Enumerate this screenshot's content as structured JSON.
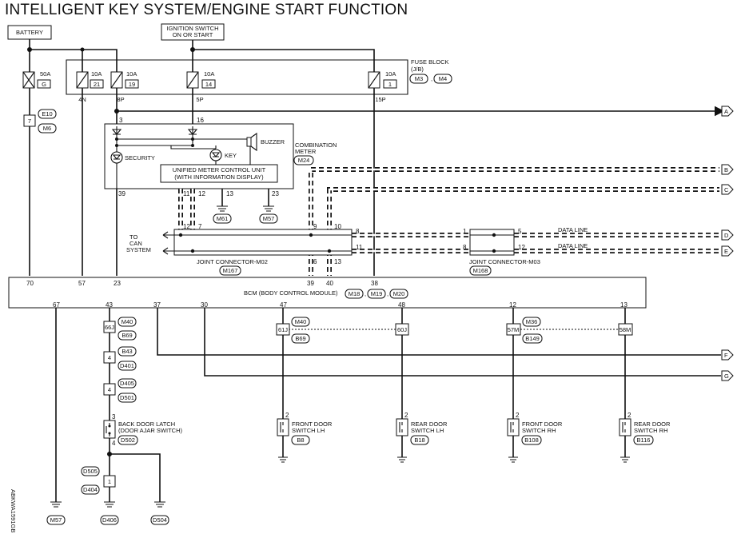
{
  "title": "INTELLIGENT KEY SYSTEM/ENGINE START FUNCTION",
  "sources": {
    "battery": "BATTERY",
    "ignition_l1": "IGNITION SWITCH",
    "ignition_l2": "ON OR START"
  },
  "fuse_block": {
    "title_l1": "FUSE BLOCK",
    "title_l2": "(J/B)",
    "conn1": "M3",
    "conn2": "M4",
    "fuses": [
      {
        "amp": "50A",
        "num": "G"
      },
      {
        "amp": "10A",
        "num": "21",
        "pin": "4N"
      },
      {
        "amp": "10A",
        "num": "19",
        "pin": "8P"
      },
      {
        "amp": "10A",
        "num": "14",
        "pin": "5P"
      },
      {
        "amp": "10A",
        "num": "1",
        "pin": "15P"
      }
    ]
  },
  "fusible_link": {
    "num": "7",
    "conn1": "E10",
    "conn2": "M6"
  },
  "meter": {
    "title_l1": "COMBINATION",
    "title_l2": "METER",
    "conn": "M24",
    "unit_l1": "UNIFIED METER CONTROL UNIT",
    "unit_l2": "(WITH INFORMATION DISPLAY)",
    "security": "SECURITY",
    "key": "KEY",
    "buzzer": "BUZZER",
    "pins": [
      "3",
      "16",
      "39",
      "11",
      "12",
      "13",
      "23"
    ],
    "grounds": [
      "M61",
      "M57"
    ]
  },
  "joint_m02": {
    "label": "JOINT CONNECTOR-M02",
    "conn": "M167",
    "to_can_l1": "TO",
    "to_can_l2": "CAN",
    "to_can_l3": "SYSTEM",
    "pins": [
      "12",
      "7",
      "9",
      "10",
      "8",
      "11",
      "6",
      "13"
    ]
  },
  "joint_m03": {
    "label": "JOINT CONNECTOR-M03",
    "conn": "M168",
    "pins": [
      "1",
      "8",
      "5",
      "12"
    ]
  },
  "data_line": "DATA LINE",
  "bcm": {
    "label": "BCM (BODY CONTROL MODULE)",
    "conns": [
      "M18",
      "M19",
      "M20"
    ],
    "top_pins": [
      "70",
      "57",
      "23",
      "39",
      "40",
      "38"
    ],
    "bottom_pins": [
      "67",
      "43",
      "37",
      "30",
      "47",
      "48",
      "12",
      "13"
    ]
  },
  "offpage": [
    "A",
    "B",
    "C",
    "D",
    "E",
    "F",
    "G"
  ],
  "back_door": {
    "inline": [
      {
        "num": "66J",
        "c1": "M40",
        "c2": "B69"
      },
      {
        "num": "4",
        "c1": "B43",
        "c2": "D401"
      },
      {
        "num": "4",
        "c1": "D405",
        "c2": "D501"
      }
    ],
    "latch_l1": "BACK DOOR LATCH",
    "latch_l2": "(DOOR AJAR SWITCH)",
    "latch_conn": "D502",
    "pin3": "3",
    "pin4": "4",
    "inline2": {
      "num": "1",
      "c1": "D505",
      "c2": "D404"
    },
    "grounds": [
      "D406",
      "D504"
    ],
    "ground_67": "M57"
  },
  "door_switches": [
    {
      "inline": "61J",
      "c1": "M40",
      "c2": "B69",
      "pin": "2",
      "l1": "FRONT DOOR",
      "l2": "SWITCH LH",
      "conn": "B8"
    },
    {
      "inline": "60J",
      "pin": "2",
      "l1": "REAR DOOR",
      "l2": "SWITCH LH",
      "conn": "B18"
    },
    {
      "inline": "57M",
      "c1": "M36",
      "c2": "B149",
      "pin": "2",
      "l1": "FRONT DOOR",
      "l2": "SWITCH RH",
      "conn": "B108"
    },
    {
      "inline": "58M",
      "pin": "2",
      "l1": "REAR DOOR",
      "l2": "SWITCH RH",
      "conn": "B116"
    }
  ],
  "code": "ABKWA1591GB"
}
